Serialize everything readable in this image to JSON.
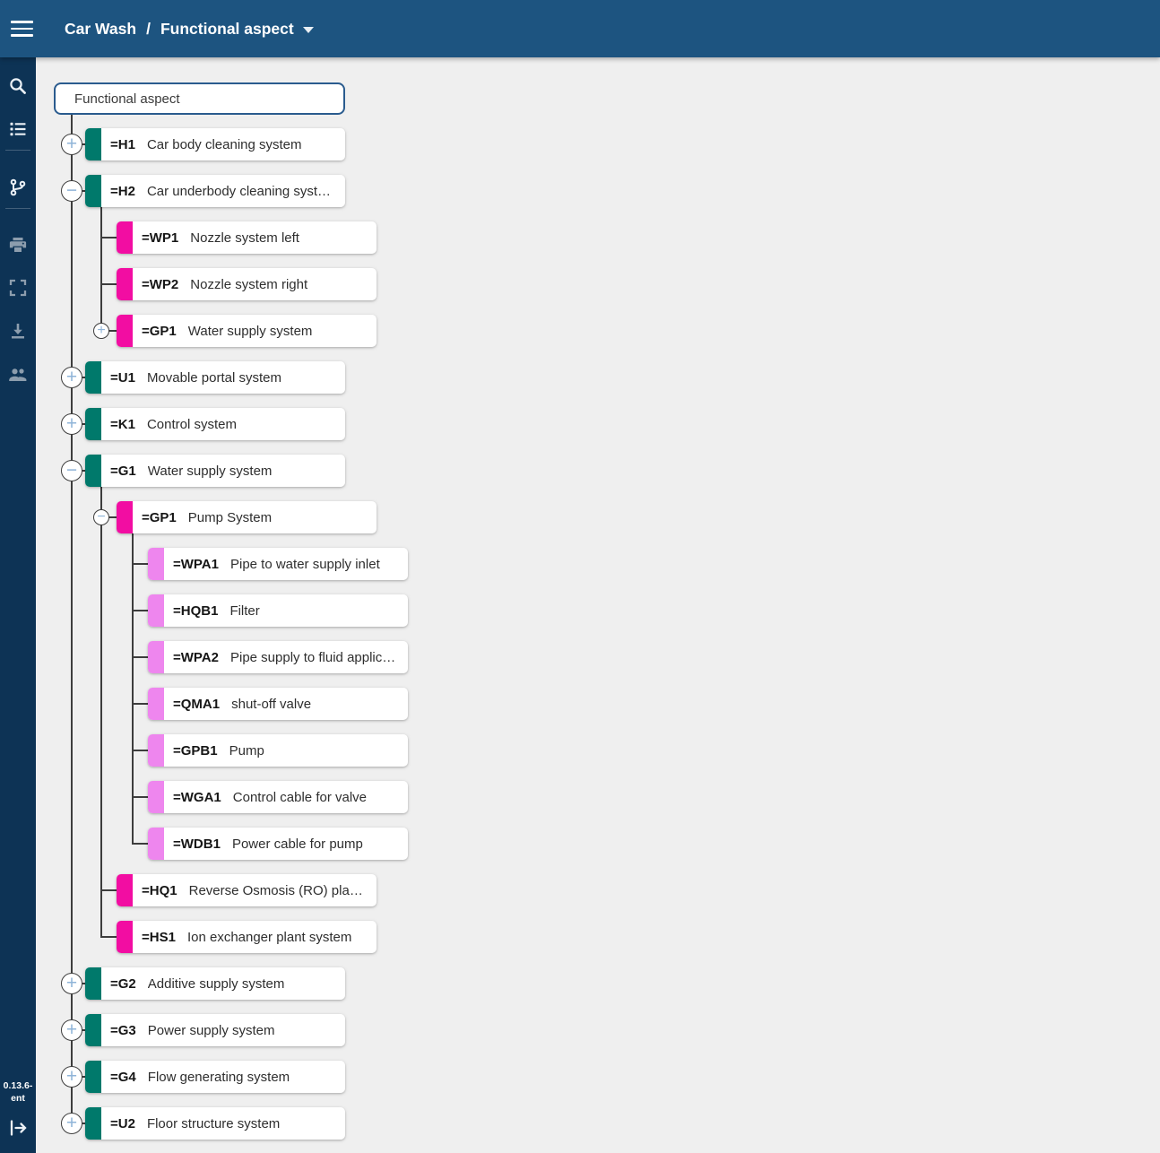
{
  "topbar": {
    "menu_icon": "hamburger-menu",
    "breadcrumb": {
      "root": "Car Wash",
      "separator": "/",
      "current": "Functional aspect",
      "caret_icon": "chevron-down"
    }
  },
  "sidebar": {
    "icons": [
      "search",
      "list",
      "tree-branch",
      "printer",
      "fullscreen",
      "download",
      "users",
      "logout"
    ],
    "version_line1": "0.13.6-",
    "version_line2": "ent"
  },
  "glyphs": {
    "plus": "+",
    "minus": "−"
  },
  "colors": {
    "topbar": "#1D5480",
    "sidebar": "#0D3355",
    "background": "#EFEFEF",
    "tag_teal": "#00796B",
    "tag_magenta": "#F20DA2",
    "tag_pink": "#EE86EE",
    "root_border": "#2A5B8E",
    "toggle_sign": "#8FB4D8"
  },
  "tree": {
    "root_label": "Functional aspect",
    "nodes": [
      {
        "tag": "=H1",
        "label": "Car body cleaning system",
        "color": "teal",
        "state": "collapsed"
      },
      {
        "tag": "=H2",
        "label": "Car underbody cleaning syst…",
        "color": "teal",
        "state": "expanded"
      },
      {
        "tag": "=WP1",
        "label": "Nozzle system left",
        "color": "magenta",
        "state": "leaf"
      },
      {
        "tag": "=WP2",
        "label": "Nozzle system right",
        "color": "magenta",
        "state": "leaf"
      },
      {
        "tag": "=GP1",
        "label": "Water supply system",
        "color": "magenta",
        "state": "collapsed"
      },
      {
        "tag": "=U1",
        "label": "Movable portal system",
        "color": "teal",
        "state": "collapsed"
      },
      {
        "tag": "=K1",
        "label": "Control system",
        "color": "teal",
        "state": "collapsed"
      },
      {
        "tag": "=G1",
        "label": "Water supply system",
        "color": "teal",
        "state": "expanded"
      },
      {
        "tag": "=GP1",
        "label": "Pump System",
        "color": "magenta",
        "state": "expanded"
      },
      {
        "tag": "=WPA1",
        "label": "Pipe to water supply inlet",
        "color": "pink",
        "state": "leaf"
      },
      {
        "tag": "=HQB1",
        "label": "Filter",
        "color": "pink",
        "state": "leaf"
      },
      {
        "tag": "=WPA2",
        "label": "Pipe supply to fluid applic…",
        "color": "pink",
        "state": "leaf"
      },
      {
        "tag": "=QMA1",
        "label": "shut-off valve",
        "color": "pink",
        "state": "leaf"
      },
      {
        "tag": "=GPB1",
        "label": "Pump",
        "color": "pink",
        "state": "leaf"
      },
      {
        "tag": "=WGA1",
        "label": "Control cable for valve",
        "color": "pink",
        "state": "leaf"
      },
      {
        "tag": "=WDB1",
        "label": "Power cable for pump",
        "color": "pink",
        "state": "leaf"
      },
      {
        "tag": "=HQ1",
        "label": "Reverse Osmosis (RO) plan…",
        "color": "magenta",
        "state": "leaf"
      },
      {
        "tag": "=HS1",
        "label": "Ion exchanger plant system",
        "color": "magenta",
        "state": "leaf"
      },
      {
        "tag": "=G2",
        "label": "Additive supply system",
        "color": "teal",
        "state": "collapsed"
      },
      {
        "tag": "=G3",
        "label": "Power supply system",
        "color": "teal",
        "state": "collapsed"
      },
      {
        "tag": "=G4",
        "label": "Flow generating system",
        "color": "teal",
        "state": "collapsed"
      },
      {
        "tag": "=U2",
        "label": "Floor structure system",
        "color": "teal",
        "state": "collapsed"
      }
    ]
  }
}
